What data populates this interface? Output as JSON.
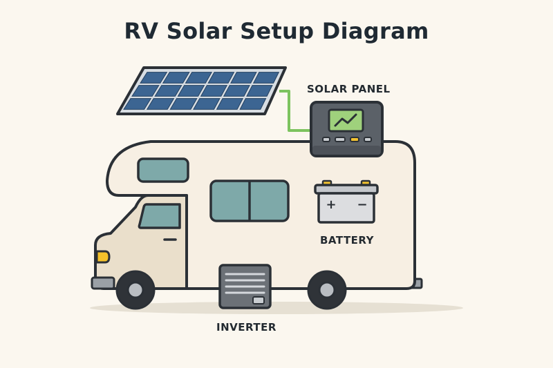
{
  "title": "RV Solar Setup Diagram",
  "labels": {
    "solar_panel": "SOLAR PANEL",
    "battery": "BATTERY",
    "inverter": "INVERTER"
  },
  "battery_terminals": {
    "positive": "+",
    "negative": "−"
  },
  "colors": {
    "background": "#fbf7ef",
    "outline": "#2b3036",
    "wire": "#7cc35e",
    "panel_cell": "#3c6592",
    "rv_body": "#f7efe3",
    "rv_cab": "#eadfcb",
    "window": "#7ea9a9",
    "controller_body": "#5b6168",
    "controller_screen": "#9fd17c",
    "battery_body": "#dcdde0",
    "battery_terminal": "#f2c230",
    "inverter_body": "#6c7177",
    "wheel": "#2f3338",
    "headlight": "#f4c12a"
  }
}
